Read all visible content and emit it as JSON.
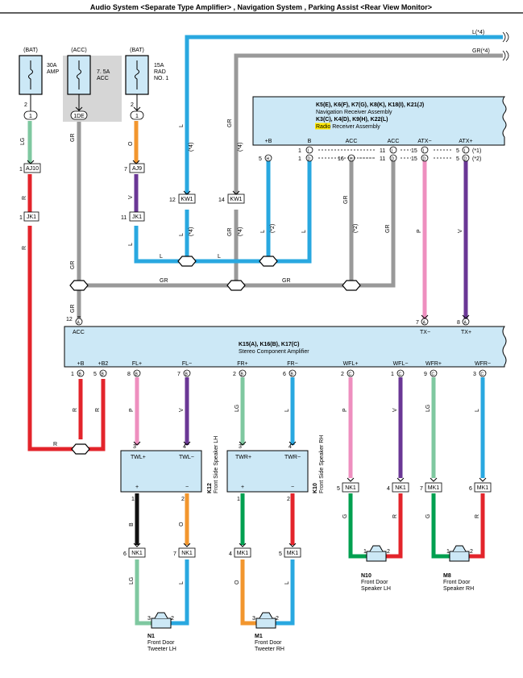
{
  "header": {
    "title": "Audio System <Separate Type Amplifier> , Navigation System , Parking Assist <Rear View Monitor>"
  },
  "colors": {
    "LG": "#7fc8a0",
    "GR": "#999999",
    "R": "#e3242b",
    "O": "#f2962e",
    "V": "#6a3795",
    "L": "#29a8e0",
    "P": "#ee8fbf",
    "B": "#111111",
    "G": "#00a050",
    "box": "#cce8f6"
  },
  "refs": {
    "L4": "L(*4)",
    "GR4": "GR(*4)"
  },
  "fuses": [
    {
      "bat": "(BAT)",
      "name1": "30A",
      "name2": "AMP",
      "pin": "2",
      "conn": "1"
    },
    {
      "bat": "(ACC)",
      "name1": "7. 5A",
      "name2": "ACC",
      "pin": "",
      "conn": "1DE"
    },
    {
      "bat": "(BAT)",
      "name1": "15A",
      "name2": "RAD",
      "name3": "NO. 1",
      "pin": "2",
      "conn": "1"
    }
  ],
  "nav": {
    "line1": "K5(E), K6(F), K7(G), K8(K), K18(I), K21(J)",
    "line2": "Navigation Receiver Assembly",
    "line3": "K3(C), K4(D), K9(H), K22(L)",
    "line4_hl": "Radio",
    "line4": " Receiver Assembly",
    "pins": [
      "+B",
      "B",
      "ACC",
      "ACC",
      "ATX−",
      "ATX+"
    ]
  },
  "amp": {
    "line1": "K15(A), K16(B), K17(C)",
    "line2": "Stereo Component Amplifier",
    "pins": [
      "+B",
      "+B2",
      "FL+",
      "FL−",
      "FR+",
      "FR−",
      "WFL+",
      "WFL−",
      "WFR+",
      "WFR−"
    ],
    "acc": "ACC",
    "txm": "TX−",
    "txp": "TX+"
  },
  "connectors": {
    "AJ10": "AJ10",
    "JK1": "JK1",
    "AJ9": "AJ9",
    "KW1": "KW1",
    "NK1": "NK1",
    "MK1": "MK1"
  },
  "wires": {
    "LG": "LG",
    "R": "R",
    "GR": "GR",
    "O": "O",
    "V": "V",
    "L": "L",
    "B": "B",
    "P": "P",
    "G": "G",
    "s4": "(*4)",
    "s2": "(*2)",
    "s1": "(*1)"
  },
  "speakers": {
    "k12": {
      "id": "K12",
      "n1": "Front Side Speaker LH",
      "p1": "TWL+",
      "p2": "TWL−"
    },
    "k10": {
      "id": "K10",
      "n1": "Front Side Speaker RH",
      "p1": "TWR+",
      "p2": "TWR−"
    },
    "n1": {
      "id": "N1",
      "l1": "Front Door",
      "l2": "Tweeter LH"
    },
    "m1": {
      "id": "M1",
      "l1": "Front Door",
      "l2": "Tweeter RH"
    },
    "n10": {
      "id": "N10",
      "l1": "Front Door",
      "l2": "Speaker LH"
    },
    "m8": {
      "id": "M8",
      "l1": "Front Door",
      "l2": "Speaker RH"
    }
  }
}
